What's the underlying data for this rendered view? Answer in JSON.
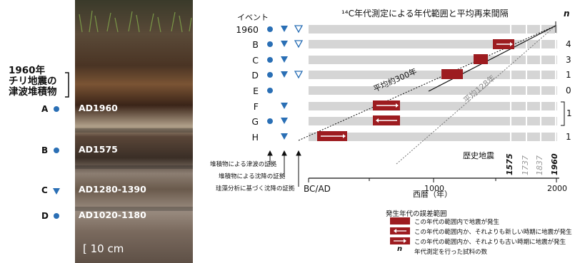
{
  "photo": {
    "label_1960": [
      "1960年",
      "チリ地震の",
      "津波堆積物"
    ],
    "layers": [
      {
        "letter": "A",
        "text": "AD1960",
        "marker": "circle"
      },
      {
        "letter": "B",
        "text": "AD1575",
        "marker": "circle"
      },
      {
        "letter": "C",
        "text": "AD1280-1390",
        "marker": "triangle"
      },
      {
        "letter": "D",
        "text": "AD1020-1180",
        "marker": "circle"
      }
    ],
    "scale": "[ 10 cm"
  },
  "chart": {
    "title": "¹⁴C年代測定による年代範囲と平均再来間隔",
    "event_header": "イベント",
    "n_header": "n",
    "events": [
      "1960",
      "B",
      "C",
      "D",
      "E",
      "F",
      "G",
      "H"
    ],
    "n_values": [
      "4",
      "3",
      "1",
      "0",
      "1",
      "1"
    ],
    "avg300": "平均約300年",
    "avg128": "平均128年",
    "historical": "歴史地震",
    "hist_years": [
      "1575",
      "1737",
      "1837",
      "1960"
    ],
    "xlabel": "西暦（年）",
    "xticks": [
      "BC/AD",
      "1000",
      "2000"
    ],
    "evidence": [
      "堆積物による津波の証拠",
      "堆積物による沈降の証拠",
      "珪藻分析に基づく沈降の証拠"
    ],
    "colors": {
      "event": "#9d1c20",
      "band": "#d5d5d5",
      "marker": "#2a6fb5"
    }
  },
  "legend": {
    "title": "発生年代の誤差範囲",
    "items": [
      "この年代の範囲内で地震が発生",
      "この年代の範囲内か、それよりも新しい時期に地震が発生",
      "この年代の範囲内か、それよりも古い時期に地震が発生",
      "年代測定を行った試料の数"
    ],
    "n_symbol": "n"
  }
}
